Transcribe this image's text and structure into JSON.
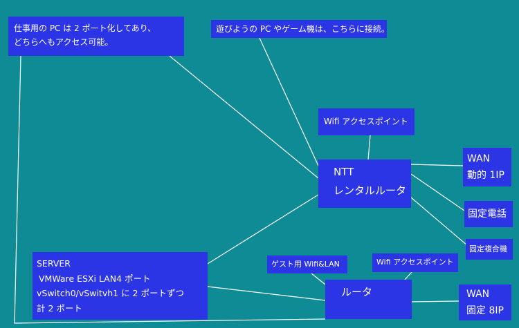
{
  "notes": {
    "pc_line1": "仕事用の PC は 2 ポート化してあり、",
    "pc_line2": "どちらへもアクセス可能。",
    "game": "遊びようの PC やゲーム機は、こちらに接続。"
  },
  "ntt_router": {
    "line1": "NTT",
    "line2": "レンタルルータ",
    "wifi": "Wifi アクセスポイント"
  },
  "wan_dynamic": {
    "line1": "WAN",
    "line2": "動的 1IP"
  },
  "fixed_phone": "固定電話",
  "fixed_mfp": "固定複合機",
  "router": {
    "label": "ルータ",
    "guest": "ゲスト用 Wifi&LAN",
    "wifi": "Wifi アクセスポイント"
  },
  "wan_fixed": {
    "line1": "WAN",
    "line2": "固定 8IP"
  },
  "server": {
    "line1": "SERVER",
    "line2": "VMWare ESXi LAN4 ポート",
    "line3": "vSwitch0/vSwitvh1 に 2 ポートずつ",
    "line4": "計 2 ポート"
  },
  "colors": {
    "background": "#0f8b95",
    "box": "#2c35e6",
    "text": "#ffffff",
    "line": "#ffffff"
  }
}
